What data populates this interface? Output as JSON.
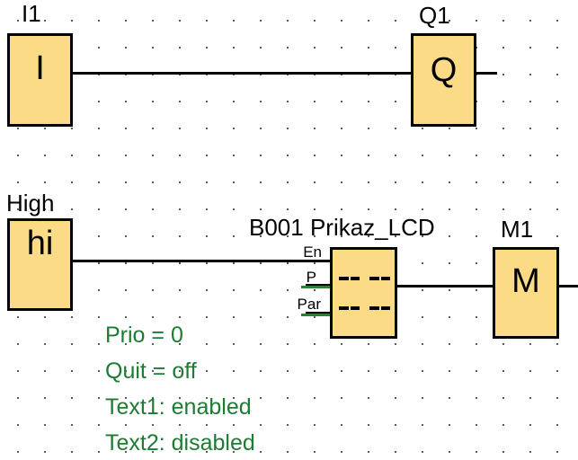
{
  "blocks": {
    "i1": {
      "label": "I1",
      "symbol": "I"
    },
    "q1": {
      "label": "Q1",
      "symbol": "Q"
    },
    "high": {
      "label": "High",
      "symbol": "hi"
    },
    "b001": {
      "label": "B001 Prikaz_LCD",
      "pins": {
        "en": "En",
        "p": "P",
        "par": "Par"
      },
      "display_rows": [
        "-- --",
        "-- --"
      ]
    },
    "m1": {
      "label": "M1",
      "symbol": "M"
    }
  },
  "comment": {
    "line1": "Prio = 0",
    "line2": "Quit = off",
    "line3": "Text1: enabled",
    "line4": "Text2: disabled"
  },
  "colors": {
    "background": "#FFFFFF",
    "grid_dot": "#4A4A4A",
    "block_fill": "#FCDB87",
    "block_border": "#000000",
    "wire": "#000000",
    "pin_stub_green": "#2F7D2F",
    "comment_green": "#1E7B33"
  }
}
